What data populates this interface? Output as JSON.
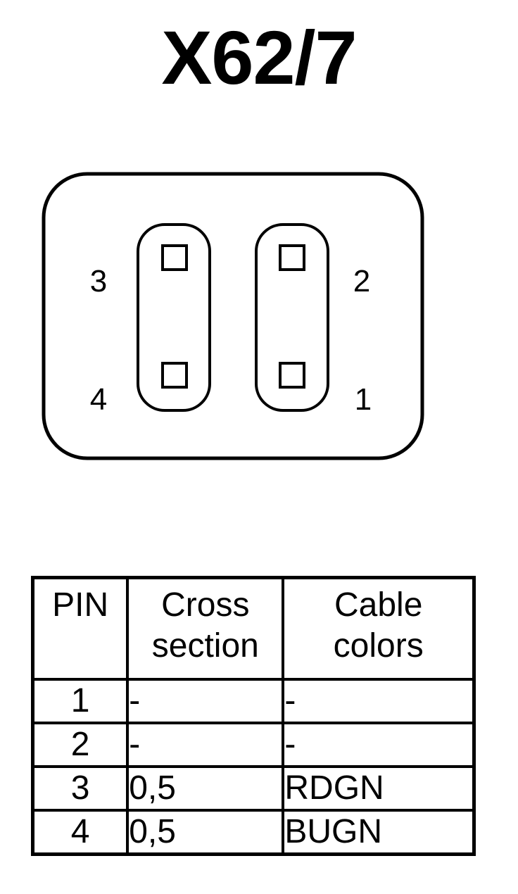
{
  "title": "X62/7",
  "connector": {
    "pin_labels": [
      "3",
      "4",
      "2",
      "1"
    ]
  },
  "table": {
    "headers": {
      "pin": "PIN",
      "cross_section": [
        "Cross",
        "section"
      ],
      "cable_colors": [
        "Cable",
        "colors"
      ]
    },
    "rows": [
      {
        "pin": "1",
        "cross_section": "-",
        "cable_color": "-"
      },
      {
        "pin": "2",
        "cross_section": "-",
        "cable_color": "-"
      },
      {
        "pin": "3",
        "cross_section": "0,5",
        "cable_color": "RDGN"
      },
      {
        "pin": "4",
        "cross_section": "0,5",
        "cable_color": "BUGN"
      }
    ]
  }
}
